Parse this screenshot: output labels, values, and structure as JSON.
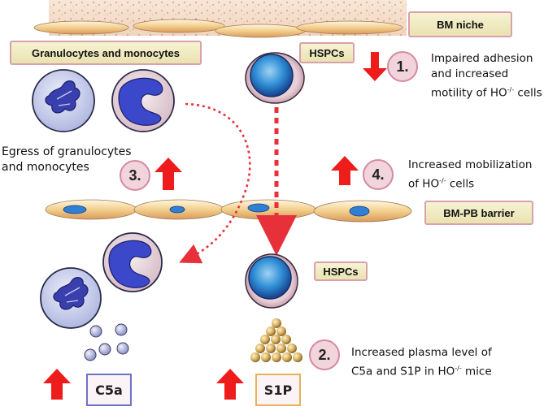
{
  "labels": {
    "bm_niche": "BM niche",
    "granulocytes_monocytes": "Granulocytes and monocytes",
    "hspcs_top": "HSPCs",
    "hspcs_bottom": "HSPCs",
    "bm_pb_barrier": "BM-PB barrier",
    "egress": "Egress of granulocytes\nand monocytes",
    "c5a": "C5a",
    "s1p": "S1P"
  },
  "steps": [
    {
      "number": "1.",
      "direction": "down",
      "line1": "Impaired adhesion",
      "line2": "and increased",
      "line3_prefix": "motility of HO",
      "line3_sup": "-/-",
      "line3_suffix": " cells"
    },
    {
      "number": "2.",
      "direction": "up",
      "line1": "Increased plasma level of",
      "line2_prefix": "C5a and S1P in HO",
      "line2_sup": "-/-",
      "line2_suffix": " mice"
    },
    {
      "number": "3.",
      "direction": "up"
    },
    {
      "number": "4.",
      "direction": "up",
      "line1": "Increased mobilization",
      "line2_prefix": "of HO",
      "line2_sup": "-/-",
      "line2_suffix": " cells"
    }
  ],
  "colors": {
    "arrow_red": "#ef1c1c",
    "dotted_path": "#e8303a",
    "hspc_core": "#2f8ed6",
    "granulocyte": "#9aa6d8",
    "c5a_border": "#6c73c7",
    "s1p_border": "#e7b25a",
    "step_fill": "#f2d4dc",
    "label_fill": "#efe8bf"
  }
}
